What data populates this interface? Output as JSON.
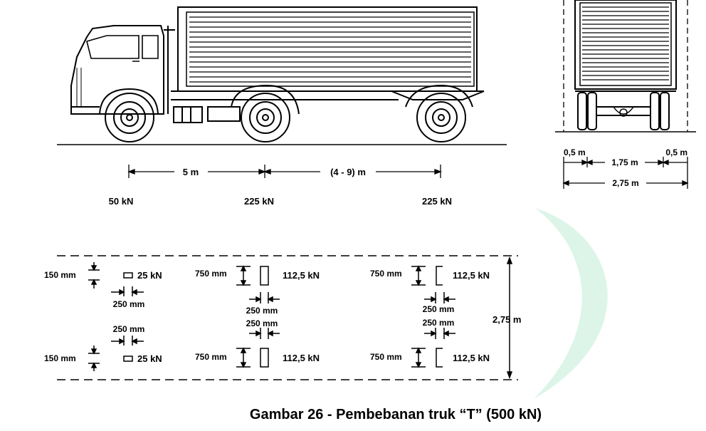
{
  "side_view": {
    "dim_first_spacing": "5 m",
    "dim_second_spacing": "(4 - 9) m",
    "axle_front": "50 kN",
    "axle_middle": "225 kN",
    "axle_rear": "225 kN"
  },
  "rear_view": {
    "dim_left_edge": "0,5 m",
    "dim_wheel_spacing": "1,75 m",
    "dim_right_edge": "0,5 m",
    "dim_total_width": "2,75 m"
  },
  "plan_view": {
    "front_contact_length": "150 mm",
    "front_load_top": "25 kN",
    "front_load_bottom": "25 kN",
    "front_width_top": "250 mm",
    "front_width_bottom": "250 mm",
    "front_contact_length_bottom": "150 mm",
    "mid_contact_length_top": "750 mm",
    "mid_contact_length_bottom": "750 mm",
    "mid_load_top": "112,5 kN",
    "mid_load_bottom": "112,5 kN",
    "mid_width_top": "250 mm",
    "mid_width_bottom": "250 mm",
    "rear_contact_length_top": "750 mm",
    "rear_contact_length_bottom": "750 mm",
    "rear_load_top": "112,5 kN",
    "rear_load_bottom": "112,5 kN",
    "rear_width_top": "250 mm",
    "rear_width_bottom": "250 mm",
    "lane_width": "2,75 m"
  },
  "caption": "Gambar 26 - Pembebanan truk “T” (500 kN)",
  "colors": {
    "line": "#000000",
    "watermark": "#d9f5e6"
  }
}
